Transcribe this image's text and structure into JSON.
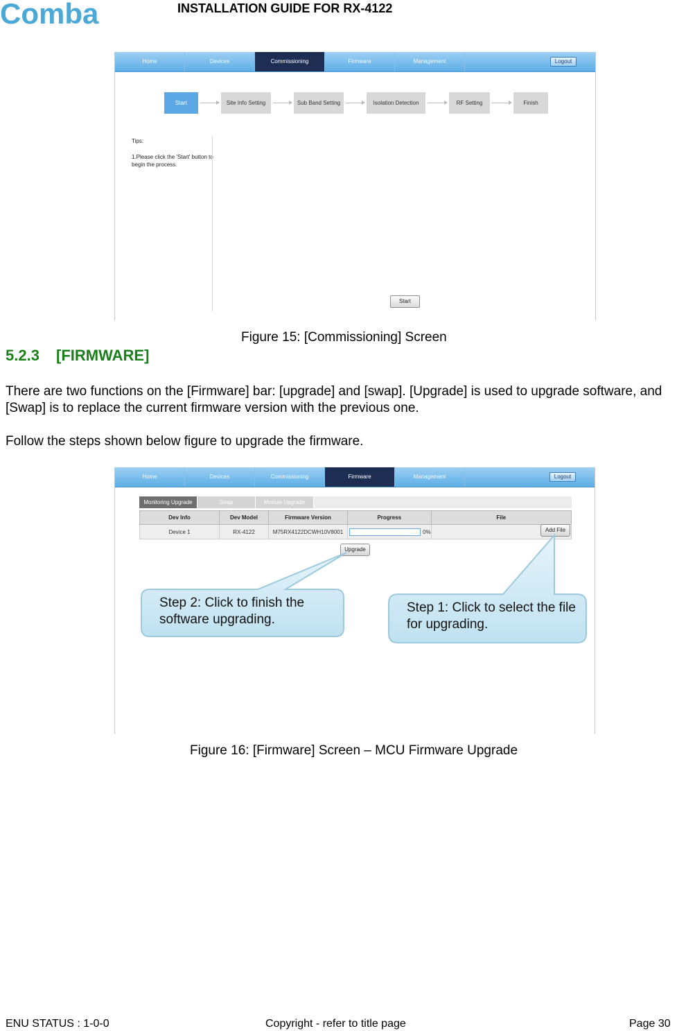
{
  "header": {
    "logo_text": "Comba",
    "title": "INSTALLATION GUIDE FOR RX-4122"
  },
  "figure15": {
    "nav_tabs": [
      "Home",
      "Devices",
      "Commissioning",
      "Firmware",
      "Management"
    ],
    "active_tab": "Commissioning",
    "logout_label": "Logout",
    "steps": [
      "Start",
      "Site Info Setting",
      "Sub Band Setting",
      "Isolation Detection",
      "RF Setting",
      "Finish"
    ],
    "tips_title": "Tips:",
    "tips_text": "1.Please click the 'Start' button to begin the process.",
    "start_button": "Start",
    "caption": "Figure 15: [Commissioning] Screen"
  },
  "section": {
    "number": "5.2.3",
    "title": "[FIRMWARE]",
    "para1": "There are two functions on the [Firmware] bar: [upgrade] and [swap]. [Upgrade] is used to upgrade software, and [Swap] is to replace the current firmware version with the previous one.",
    "para2": "Follow the steps shown below figure to upgrade the firmware."
  },
  "figure16": {
    "nav_tabs": [
      "Home",
      "Devices",
      "Commissioning",
      "Firmware",
      "Management"
    ],
    "active_tab": "Firmware",
    "logout_label": "Logout",
    "subtabs": [
      "Monitoring Upgrade",
      "Swap",
      "Module Upgrade"
    ],
    "table": {
      "headers": [
        "Dev Info",
        "Dev Model",
        "Firmware Version",
        "Progress",
        "File"
      ],
      "row": {
        "dev_info": "Device 1",
        "dev_model": "RX-4122",
        "firmware_version": "M75RX4122DCWH10V8001",
        "progress_percent": 0,
        "progress_label": "0%"
      }
    },
    "add_file_button": "Add File",
    "upgrade_button": "Upgrade",
    "callout_step2": "Step 2: Click to finish the software upgrading.",
    "callout_step1": "Step 1: Click to select the file for upgrading.",
    "caption": "Figure 16: [Firmware] Screen – MCU Firmware Upgrade"
  },
  "footer": {
    "left": "ENU STATUS : 1-0-0",
    "center": "Copyright - refer to title page",
    "right": "Page 30"
  },
  "colors": {
    "nav_gradient_top": "#9ecff3",
    "nav_active": "#1d2e52",
    "step_active": "#5ba8e5",
    "section_green": "#1a7f1a",
    "logo_blue": "#4aa9d6",
    "callout_fill": "#cfe9f5"
  }
}
